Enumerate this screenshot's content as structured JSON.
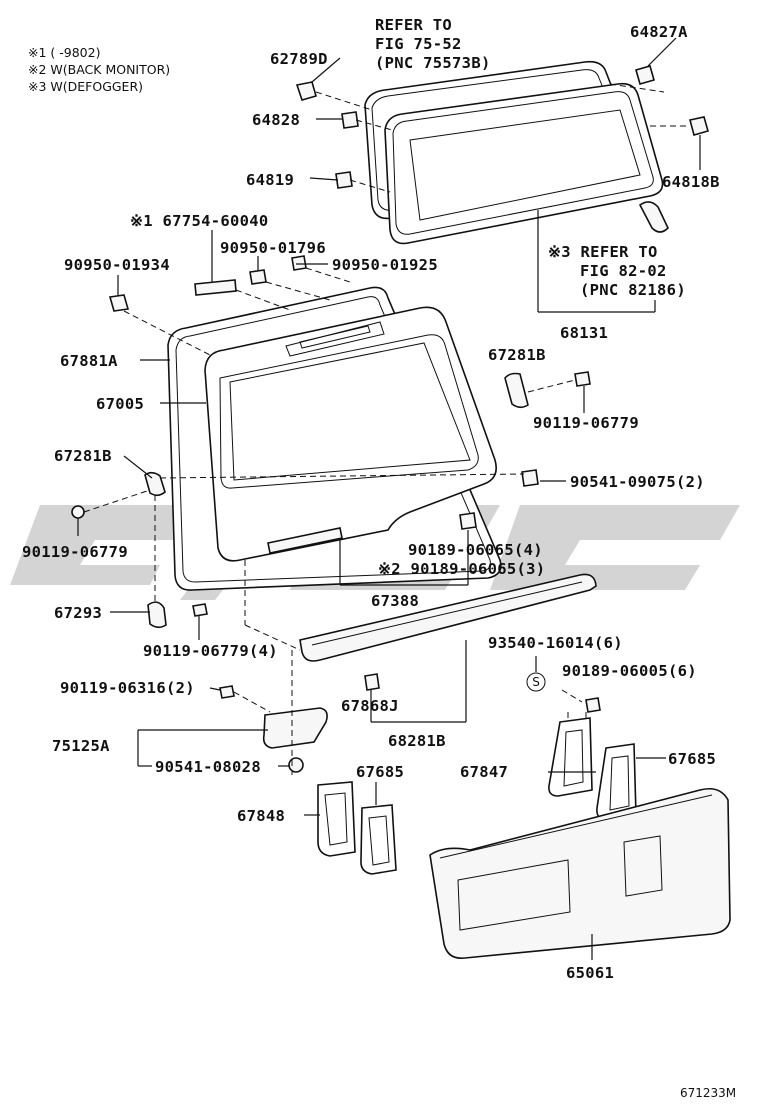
{
  "notes": [
    "※1 (      -9802)",
    "※2 W(BACK MONITOR)",
    "※3 W(DEFOGGER)"
  ],
  "refs": {
    "fig75": [
      "REFER TO",
      "FIG 75-52",
      "(PNC 75573B)"
    ],
    "fig82": [
      "※3 REFER TO",
      "FIG 82-02",
      "(PNC 82186)"
    ]
  },
  "parts": {
    "p62789D": "62789D",
    "p64827A": "64827A",
    "p64828": "64828",
    "p64819": "64819",
    "p64818B": "64818B",
    "p67754": "※1 67754-60040",
    "p90950_01796": "90950-01796",
    "p90950_01934": "90950-01934",
    "p90950_01925": "90950-01925",
    "p68131": "68131",
    "p67881A": "67881A",
    "p67005": "67005",
    "p67281B_r": "67281B",
    "p90119_06779_r": "90119-06779",
    "p67281B_l": "67281B",
    "p90541_09075": "90541-09075(2)",
    "p90119_06779_l": "90119-06779",
    "p90189_06065_4": "90189-06065(4)",
    "p90189_06065_3": "※2 90189-06065(3)",
    "p67388": "67388",
    "p67293": "67293",
    "p90119_06779_4": "90119-06779(4)",
    "p93540": "93540-16014(6)",
    "p90189_06005": "90189-06005(6)",
    "p90119_06316": "90119-06316(2)",
    "p67868J": "67868J",
    "p68281B": "68281B",
    "p75125A": "75125A",
    "p90541_08028": "90541-08028",
    "p67685_l": "67685",
    "p67847": "67847",
    "p67685_r": "67685",
    "p67848": "67848",
    "p65061": "65061"
  },
  "s_mark": "S",
  "diagram_code": "671233M"
}
